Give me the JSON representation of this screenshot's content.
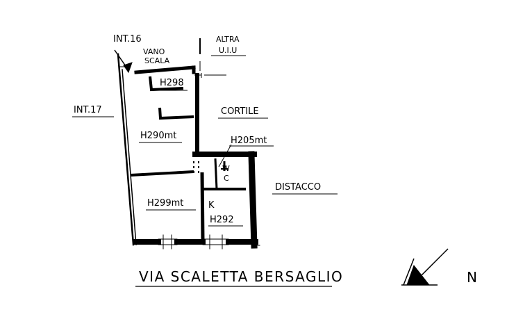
{
  "labels": {
    "int16": "INT.16",
    "int17": "INT.17",
    "vano_scala_1": "VANO",
    "vano_scala_2": "SCALA",
    "altra_uiu_1": "ALTRA",
    "altra_uiu_2": "U.I.U",
    "cortile": "CORTILE",
    "distacco": "DISTACCO",
    "h298": "H298",
    "h290": "H290mt",
    "h205": "H205mt",
    "h299": "H299mt",
    "h292": "H292",
    "wc_w": "W",
    "wc_c": "C",
    "kitchen": "K",
    "street": "VIA SCALETTA BERSAGLIO",
    "north": "N"
  },
  "colors": {
    "ink": "#000000",
    "paper": "#ffffff"
  }
}
